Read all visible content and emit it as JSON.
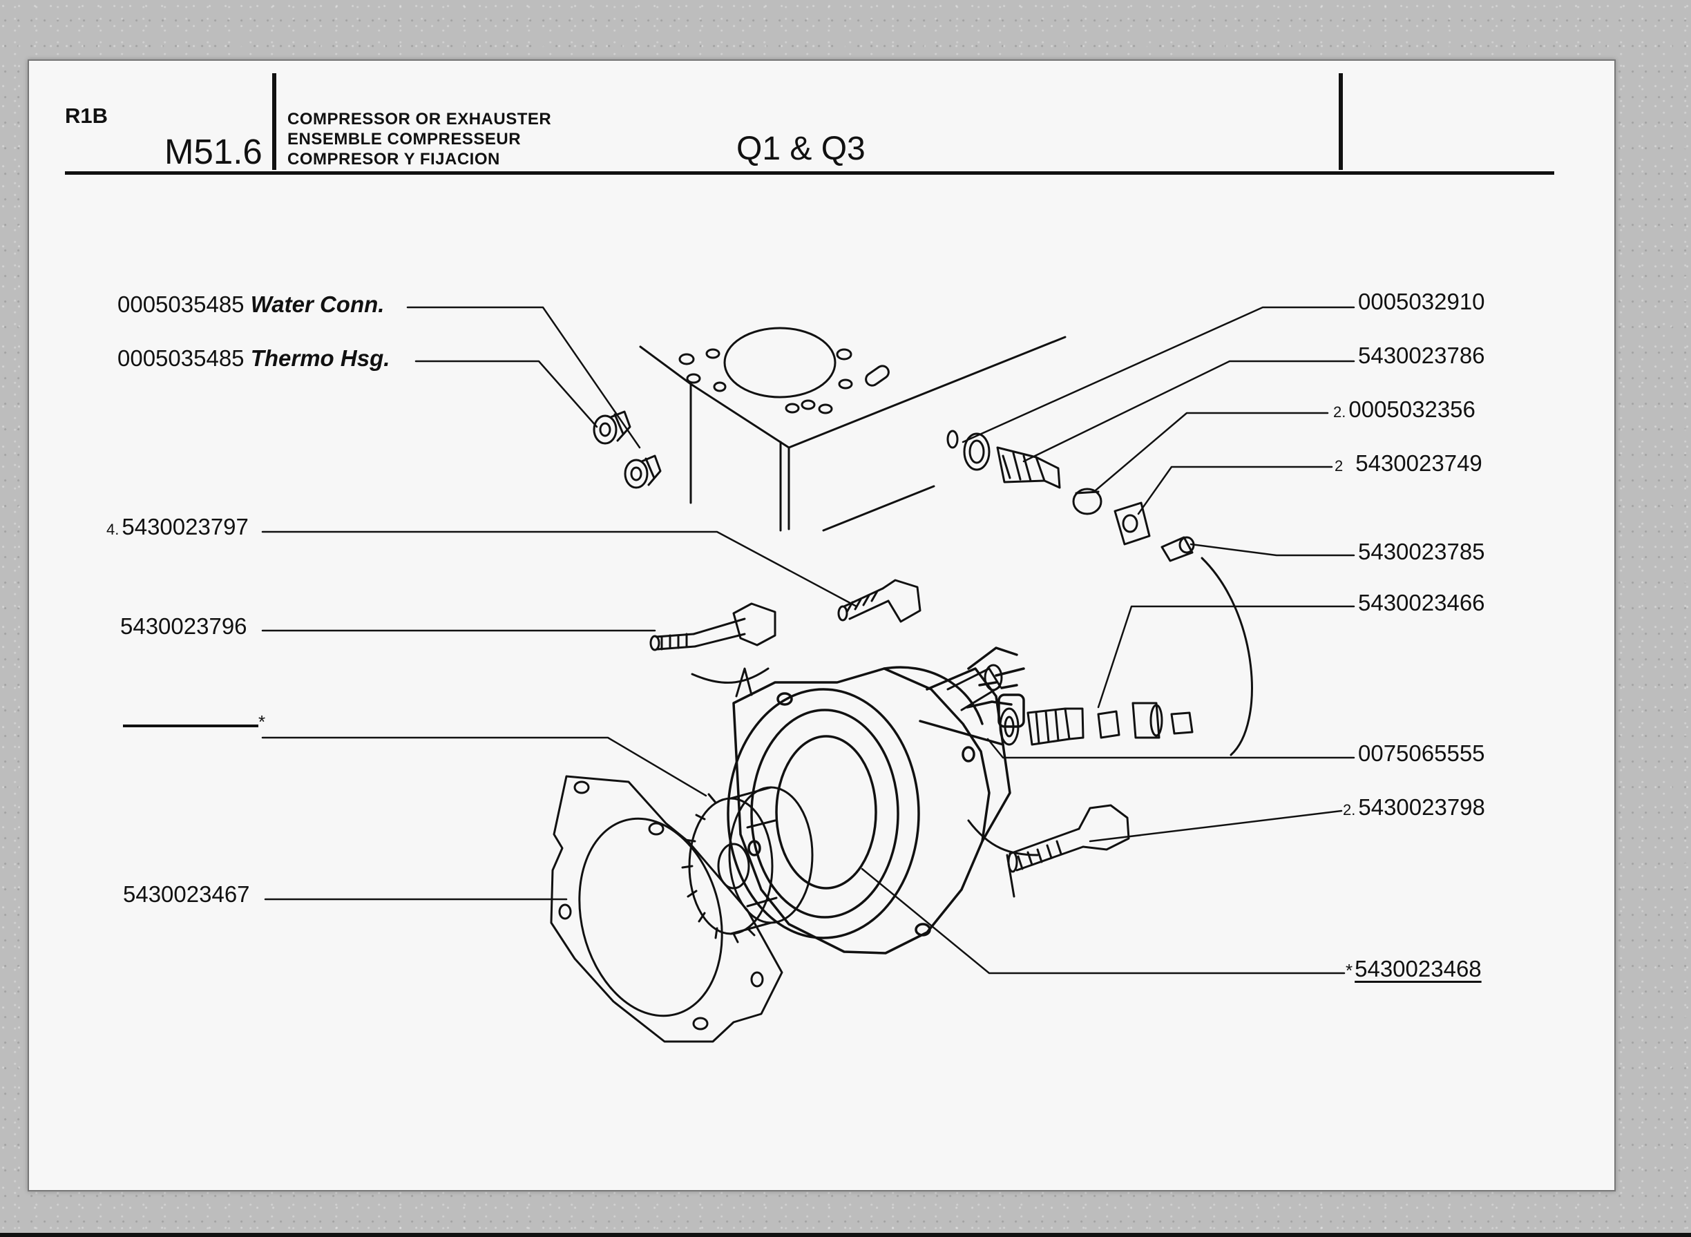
{
  "header": {
    "sheet_id": "R1B",
    "model": "M51.6",
    "titles": [
      "COMPRESSOR OR EXHAUSTER",
      "ENSEMBLE COMPRESSEUR",
      "COMPRESOR Y FIJACION"
    ],
    "variant": "Q1 & Q3"
  },
  "callouts": {
    "water_conn": {
      "part": "0005035485",
      "desc": "Water Conn."
    },
    "thermo_hsg": {
      "part": "0005035485",
      "desc": "Thermo Hsg."
    },
    "bolt_4": {
      "qty": "4.",
      "part": "5430023797"
    },
    "stud": {
      "part": "5430023796"
    },
    "blank_ast": {
      "mark": "*"
    },
    "gasket": {
      "part": "5430023467"
    },
    "r1": {
      "part": "0005032910"
    },
    "r2": {
      "part": "5430023786"
    },
    "r3": {
      "qty": "2.",
      "part": "0005032356"
    },
    "r4": {
      "qty": "2",
      "part": "5430023749"
    },
    "r5": {
      "part": "5430023785"
    },
    "r6": {
      "part": "5430023466"
    },
    "r7": {
      "part": "0075065555"
    },
    "r8": {
      "qty": "2.",
      "part": "5430023798"
    },
    "r9": {
      "mark": "*",
      "part": "5430023468"
    }
  }
}
